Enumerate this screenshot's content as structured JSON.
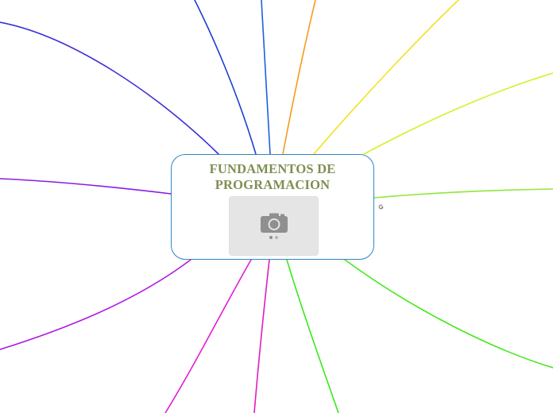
{
  "central_topic": {
    "title": "FUNDAMENTOS DE\nPROGRAMACION",
    "title_color": "#7d8f52",
    "border_color": "#2f86c6",
    "image": {
      "icon": "camera-icon",
      "carousel_dots": 2,
      "active_dot": 0
    }
  },
  "branches": [
    {
      "name": "branch-top-left",
      "color": "#3a2fd6"
    },
    {
      "name": "branch-top-blue",
      "color": "#1d3fd0"
    },
    {
      "name": "branch-top-blue-2",
      "color": "#1f5fe0"
    },
    {
      "name": "branch-top-orange",
      "color": "#f59b1c"
    },
    {
      "name": "branch-top-yellow",
      "color": "#f2e21c"
    },
    {
      "name": "branch-right-yellowgreen",
      "color": "#d9ef2a"
    },
    {
      "name": "branch-right-lime",
      "color": "#8fe83a"
    },
    {
      "name": "branch-bottom-right-green",
      "color": "#46e81c"
    },
    {
      "name": "branch-bottom-green",
      "color": "#3ae81c"
    },
    {
      "name": "branch-bottom-magenta",
      "color": "#e21cc0"
    },
    {
      "name": "branch-bottom-magenta-2",
      "color": "#e21cd6"
    },
    {
      "name": "branch-bottom-left-purple",
      "color": "#b01ce2"
    },
    {
      "name": "branch-left-purple",
      "color": "#8a1ce2"
    }
  ],
  "attachment_icon": "google-g-icon"
}
